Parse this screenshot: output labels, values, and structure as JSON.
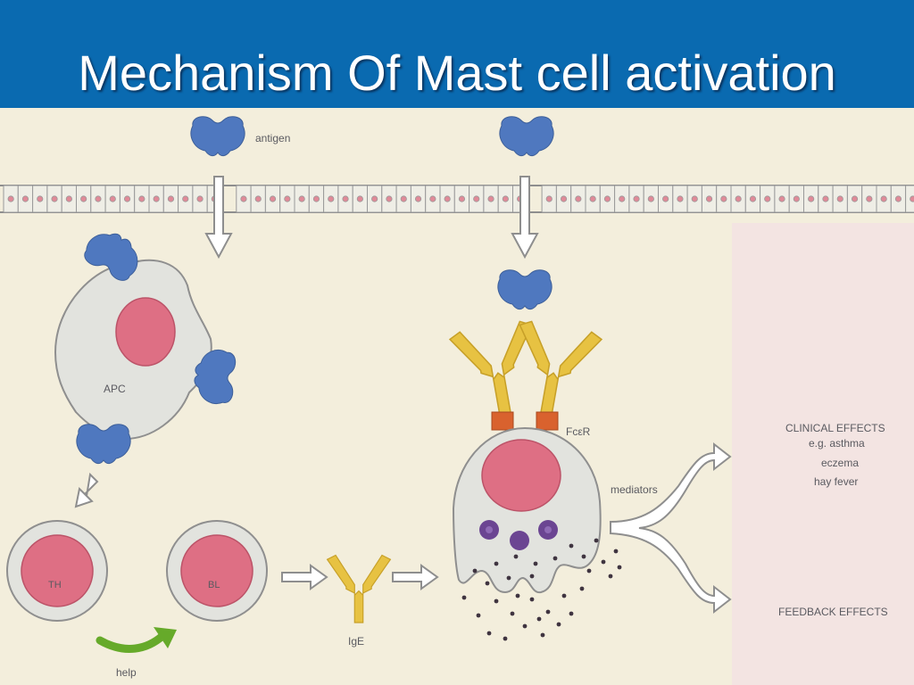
{
  "slide": {
    "title": "Mechanism Of Mast cell activation"
  },
  "diagram": {
    "labels": {
      "antigen": "antigen",
      "apc": "APC",
      "th": "TH",
      "b": "BL",
      "help": "help",
      "ige": "IgE",
      "fcr": "FcεR",
      "mediators": "mediators",
      "clinical_effects": "CLINICAL EFFECTS",
      "clinical_examples": [
        "e.g. asthma",
        "eczema",
        "hay fever"
      ],
      "feedback_effects": "FEEDBACK EFFECTS"
    },
    "colors": {
      "antigen": "#4f78bf",
      "nucleus": "#de6f84",
      "antibody": "#e7c242",
      "receptor": "#d9622e",
      "granule": "#6b4592",
      "help_arrow": "#66aa2a",
      "background": "#f3eedc",
      "right_panel": "#f3e4e2",
      "title_bar": "#0a6ab0"
    }
  }
}
